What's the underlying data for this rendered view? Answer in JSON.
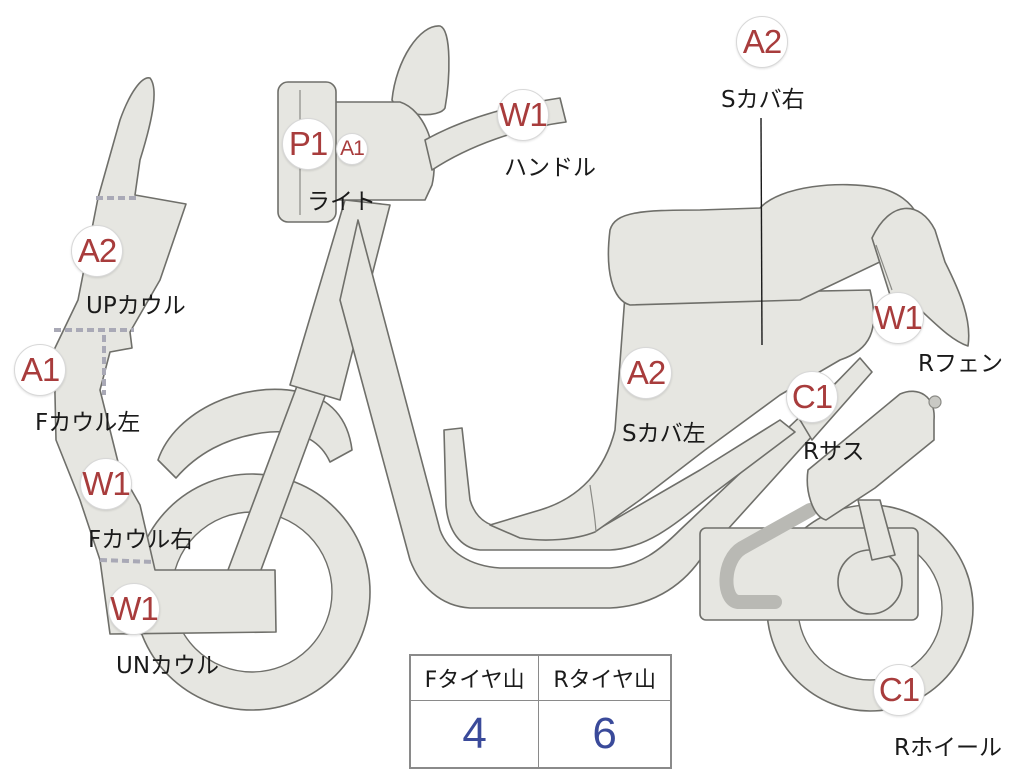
{
  "parts": [
    {
      "id": "light",
      "grade": "P1",
      "label": "ライト"
    },
    {
      "id": "light-sub",
      "grade": "A1"
    },
    {
      "id": "handle",
      "grade": "W1",
      "label": "ハンドル"
    },
    {
      "id": "s-cover-right",
      "grade": "A2",
      "label": "Sカバ右"
    },
    {
      "id": "up-cowl",
      "grade": "A2",
      "label": "UPカウル"
    },
    {
      "id": "f-cowl-left",
      "grade": "A1",
      "label": "Fカウル左"
    },
    {
      "id": "f-cowl-right",
      "grade": "W1",
      "label": "Fカウル右"
    },
    {
      "id": "un-cowl",
      "grade": "W1",
      "label": "UNカウル"
    },
    {
      "id": "s-cover-left",
      "grade": "A2",
      "label": "Sカバ左"
    },
    {
      "id": "r-fender",
      "grade": "W1",
      "label": "Rフェン"
    },
    {
      "id": "r-suspension",
      "grade": "C1",
      "label": "Rサス"
    },
    {
      "id": "r-wheel",
      "grade": "C1",
      "label": "Rホイール"
    }
  ],
  "tire_table": {
    "headers": [
      "Fタイヤ山",
      "Rタイヤ山"
    ],
    "values": [
      "4",
      "6"
    ]
  },
  "colors": {
    "body_fill": "#e6e6e1",
    "outline": "#6f6f6a",
    "grade_text": "#a83c3c",
    "table_value": "#3a4a9a",
    "cowl_dotted": "#a9a9b6"
  }
}
